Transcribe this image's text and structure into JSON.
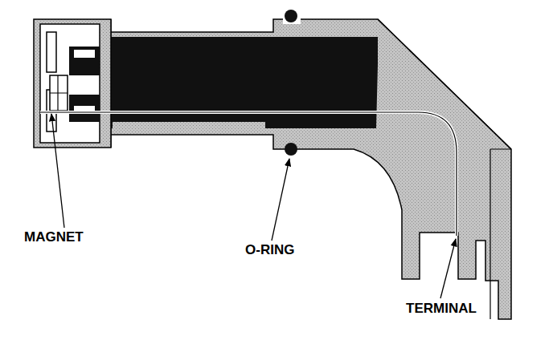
{
  "diagram": {
    "labels": [
      "MAGNET",
      "O-RING",
      "TERMINAL"
    ]
  }
}
